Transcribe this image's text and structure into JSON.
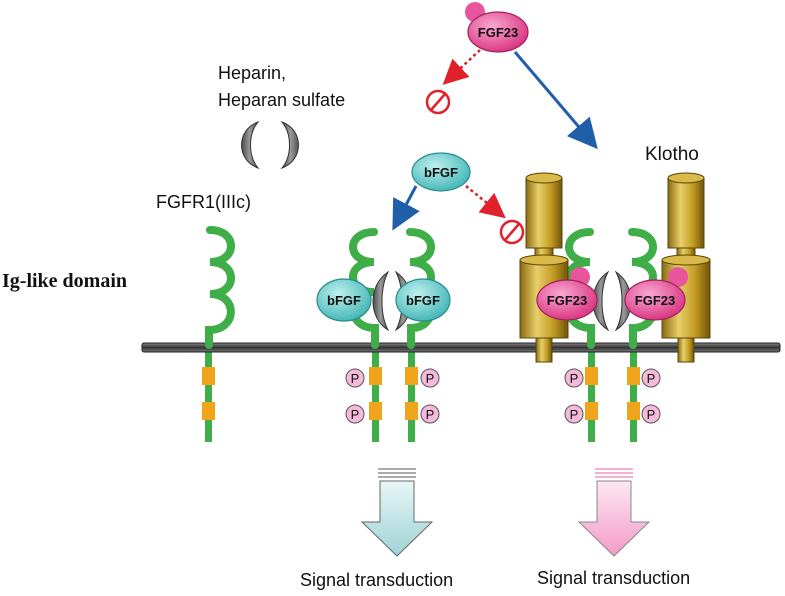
{
  "labels": {
    "heparin_line1": "Heparin,",
    "heparin_line2": "Heparan sulfate",
    "klotho": "Klotho",
    "fgfr1": "FGFR1(IIIc)",
    "ig_like_domain": "Ig-like domain",
    "signal_left": "Signal transduction",
    "signal_right": "Signal transduction"
  },
  "ligands": {
    "fgf23_top": "FGF23",
    "bfgf_free": "bFGF",
    "bfgf_left": "bFGF",
    "bfgf_right": "bFGF",
    "fgf23_bound_left": "FGF23",
    "fgf23_bound_right": "FGF23"
  },
  "phospho": "P",
  "colors": {
    "membrane": "#555555",
    "receptor_green": "#3fae49",
    "kinase_orange": "#f0a41c",
    "heparin_gray": "#6d6d6d",
    "bfgf_teal": "#5cc7c7",
    "fgf23_pink": "#e8559c",
    "klotho_gold": "#c9a62c",
    "arrow_blue": "#1f5ea8",
    "arrow_red": "#e0202a",
    "phospho_pink": "#f5b9dc",
    "signal_arrow_left": "#b5e0e3",
    "signal_arrow_right": "#f7b6d8"
  },
  "icons": [
    "inhibition-icon",
    "binding-arrow-icon",
    "signal-arrow-icon"
  ]
}
